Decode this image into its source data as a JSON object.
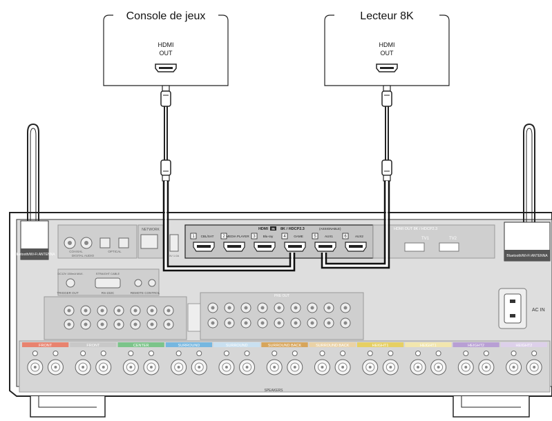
{
  "devices": {
    "left": {
      "title": "Console de jeux",
      "port_label_1": "HDMI",
      "port_label_2": "OUT"
    },
    "right": {
      "title": "Lecteur 8K",
      "port_label_1": "HDMI",
      "port_label_2": "OUT"
    }
  },
  "receiver": {
    "hdmi_header": "HDMI",
    "hdmi_in_badge": "IN",
    "hdmi_spec": "8K / HDCP2.3",
    "hdmi_assignable": "(ASSIGNABLE)",
    "hdmi_inputs": [
      {
        "num": "1",
        "label": "CBL/SAT"
      },
      {
        "num": "2",
        "label": "MEDIA PLAYER"
      },
      {
        "num": "3",
        "label": "Blu-ray"
      },
      {
        "num": "4",
        "label": "GAME"
      },
      {
        "num": "5",
        "label": "AUX1"
      },
      {
        "num": "6",
        "label": "AUX2"
      }
    ],
    "hdmi_out_header": "HDMI OUT 8K / HDCP2.3",
    "hdmi_out_tv1": "TV1",
    "hdmi_out_tv2": "TV2",
    "antenna_label_left": "Bluetooth/Wi-Fi ANTENNA",
    "antenna_label_right": "Bluetooth/Wi-Fi ANTENNA",
    "digital_audio": "DIGITAL AUDIO",
    "coaxial": "COAXIAL",
    "optical": "OPTICAL",
    "network": "NETWORK",
    "usb": "5V 1.0A",
    "trigger_out": "TRIGGER OUT",
    "rs232c": "RS-232C",
    "remote_control": "REMOTE CONTROL",
    "dc_out": "DC12V 150mA MAX.",
    "straight_cable": "STRAIGHT CABLE",
    "pre_out": "PRE OUT",
    "ac_in": "AC IN",
    "speakers": "SPEAKERS",
    "speaker_groups": [
      {
        "label": "FRONT",
        "color": "#e8836f"
      },
      {
        "label": "FRONT",
        "color": "#c8c8c8"
      },
      {
        "label": "CENTER",
        "color": "#7cc48a"
      },
      {
        "label": "SURROUND",
        "color": "#76b7e0"
      },
      {
        "label": "SURROUND",
        "color": "#c9e0f0"
      },
      {
        "label": "SURROUND BACK",
        "color": "#d7a55b"
      },
      {
        "label": "SURROUND BACK",
        "color": "#ead2a6"
      },
      {
        "label": "HEIGHT1",
        "color": "#e6cf63"
      },
      {
        "label": "HEIGHT1",
        "color": "#f2e6ae"
      },
      {
        "label": "HEIGHT2",
        "color": "#b89fd4"
      },
      {
        "label": "HEIGHT2",
        "color": "#ddd0ea"
      }
    ]
  }
}
